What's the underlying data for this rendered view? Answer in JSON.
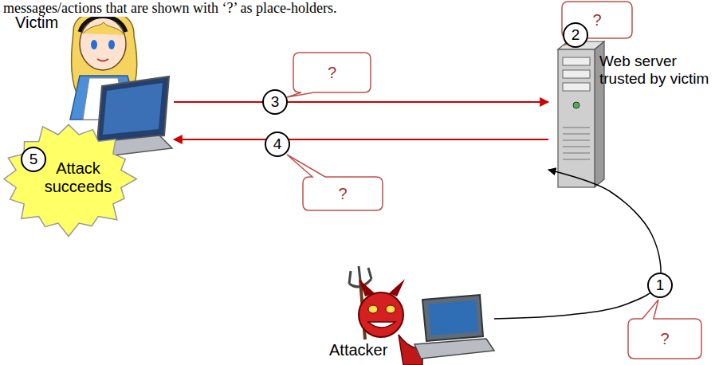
{
  "diagram": {
    "nodes": [
      {
        "text": [
          "Victim"
        ]
      },
      {
        "text": [
          "?"
        ]
      },
      {
        "text": [
          "3"
        ]
      },
      {
        "text": [
          "?"
        ]
      },
      {
        "text": [
          "2"
        ]
      },
      {
        "text": [
          "Web server trusted by victim"
        ]
      },
      {
        "text": [
          "4"
        ]
      },
      {
        "text": [
          "?"
        ]
      },
      {
        "text": [
          "Attack succeeds"
        ]
      },
      {
        "text": [
          "5"
        ],
        "in": 8
      },
      {
        "text": [
          "1"
        ]
      },
      {
        "text": [
          "Attacker"
        ]
      },
      {
        "text": [
          "?"
        ]
      }
    ],
    "edges": [
      {
        "from": 0,
        "to": 5,
        "arrow": "to"
      },
      {
        "from": 5,
        "to": 0,
        "arrow": "to"
      },
      {
        "from": 11,
        "to": 5,
        "arrow": "to"
      }
    ],
    "labels": [
      "messages/actions that are shown with ‘?’ as place-holders."
    ]
  }
}
